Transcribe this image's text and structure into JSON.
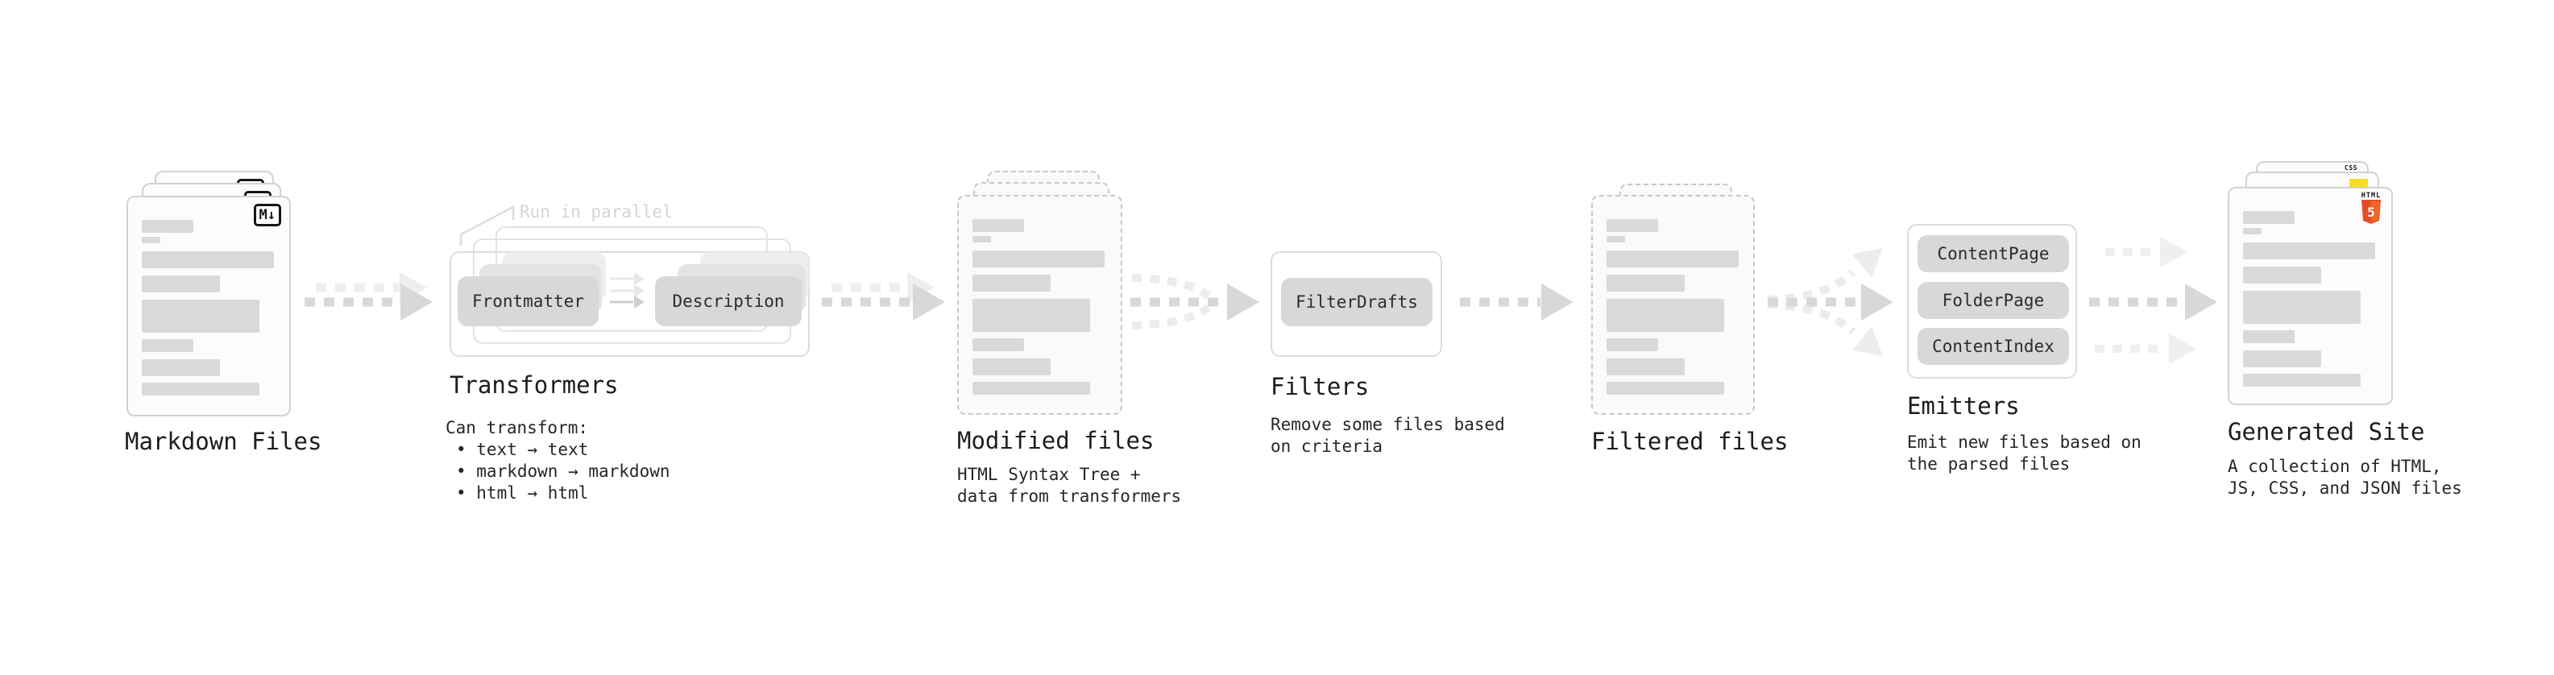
{
  "stages": {
    "markdown": {
      "label": "Markdown Files",
      "badge": "M↓"
    },
    "transformers": {
      "label": "Transformers",
      "annotation": "Run in parallel",
      "pills": [
        "Frontmatter",
        "Description"
      ],
      "desc_title": "Can transform:",
      "bullets": [
        "• text → text",
        "• markdown → markdown",
        "• html → html"
      ]
    },
    "modified": {
      "label": "Modified files",
      "desc": [
        "HTML Syntax Tree +",
        "data from transformers"
      ]
    },
    "filters": {
      "label": "Filters",
      "pills": [
        "FilterDrafts"
      ],
      "desc": [
        "Remove some files based",
        "on criteria"
      ]
    },
    "filtered": {
      "label": "Filtered files"
    },
    "emitters": {
      "label": "Emitters",
      "pills": [
        "ContentPage",
        "FolderPage",
        "ContentIndex"
      ],
      "desc": [
        "Emit new files based on",
        "the parsed files"
      ]
    },
    "generated": {
      "label": "Generated Site",
      "badges": {
        "css": "CSS",
        "html_label": "HTML",
        "html_number": "5"
      },
      "desc": [
        "A collection of HTML,",
        "JS, CSS, and JSON files"
      ]
    }
  },
  "colors": {
    "background": "#ffffff",
    "card_border": "#d2d2d2",
    "bar_gray": "#d9d9d9",
    "pill_gray": "#d8d8d8",
    "arrow_dark": "#d8d8d8",
    "arrow_light": "#eeeeee",
    "annotation_gray": "#d4d4d4",
    "text_dark": "#1c1c1c",
    "css_blue": "#2f6bef",
    "js_yellow": "#f7df1e",
    "html5_orange": "#e44d26"
  }
}
